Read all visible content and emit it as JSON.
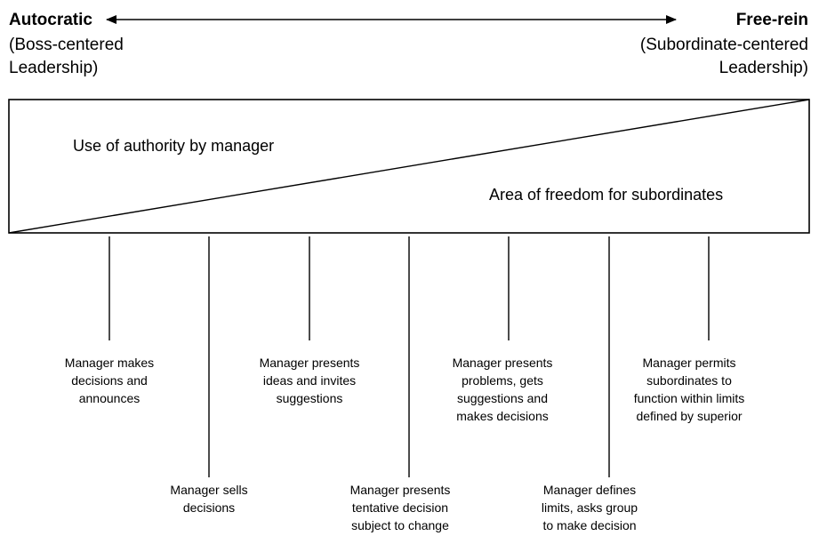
{
  "header": {
    "left": {
      "title": "Autocratic",
      "subtitle": "(Boss-centered\nLeadership)"
    },
    "right": {
      "title": "Free-rein",
      "subtitle": "(Subordinate-centered\nLeadership)"
    }
  },
  "box": {
    "upper_label": "Use of authority by manager",
    "lower_label": "Area of freedom for subordinates"
  },
  "behaviors": [
    "Manager makes\ndecisions and\nannounces",
    "Manager sells\ndecisions",
    "Manager presents\nideas and invites\nsuggestions",
    "Manager presents\ntentative decision\nsubject to change",
    "Manager presents\nproblems, gets\nsuggestions and\nmakes decisions",
    "Manager defines\nlimits, asks group\nto make decision",
    "Manager permits\nsubordinates to\nfunction within limits\ndefined by superior"
  ]
}
